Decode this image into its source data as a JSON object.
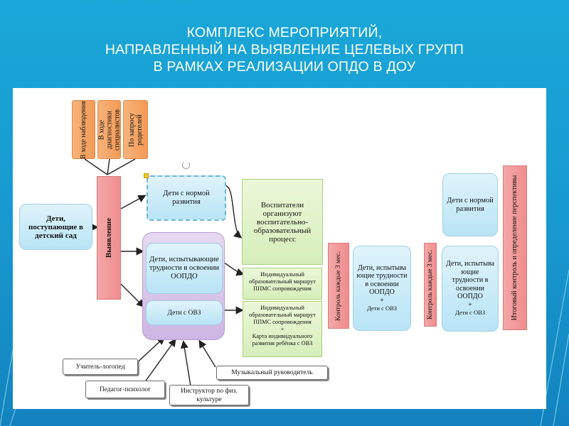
{
  "title": {
    "line1": "КОМПЛЕКС МЕРОПРИЯТИЙ,",
    "line2": "НАПРАВЛЕННЫЙ НА ВЫЯВЛЕНИЕ ЦЕЛЕВЫХ ГРУПП",
    "line3": "В РАМКАХ РЕАЛИЗАЦИИ ОПДО В ДОУ"
  },
  "diagram": {
    "sources": [
      "В ходе наблюдения",
      "В ходе диагностики специалистов",
      "По запросу родителей"
    ],
    "entry": "Дети, поступающие в детский сад",
    "identification": "Выявление",
    "normal_dev": "Дети с нормой развития",
    "difficulty": "Дети, испытывающие трудности в освоении ООПДО",
    "ovz": "Дети с ОВЗ",
    "educators": "Воспитатели организуют воспитательно-образовательный процесс",
    "route1": "Индивидуальный образовательный маршрут ППМС сопровождения",
    "route2_l1": "Индивидуальный образовательный маршрут ППМС сопровождения",
    "route2_plus": "+",
    "route2_l2": "Карта индивидуального развития ребёнка с ОВЗ",
    "control1": "Контроль каждые 3 мес.",
    "mid_group": "Дети, испытыва ющие трудности в освоении ООПДО",
    "mid_plus": "+",
    "mid_ovz": "Дети с ОВЗ",
    "control2": "Контроль каждые 3 мес.",
    "right_normal": "Дети с нормой развития",
    "right_group": "Дети, испытыва ющие трудности в освоении ООПДО",
    "right_plus": "+",
    "right_ovz": "Дети с ОВЗ",
    "final": "Итоговый контроль и определение перспективы",
    "specialists": {
      "speech": "Учитель-логопед",
      "psych": "Педагог-психолог",
      "pe": "Инструктор по физ. культуре",
      "music": "Музыкальный руководитель"
    }
  }
}
